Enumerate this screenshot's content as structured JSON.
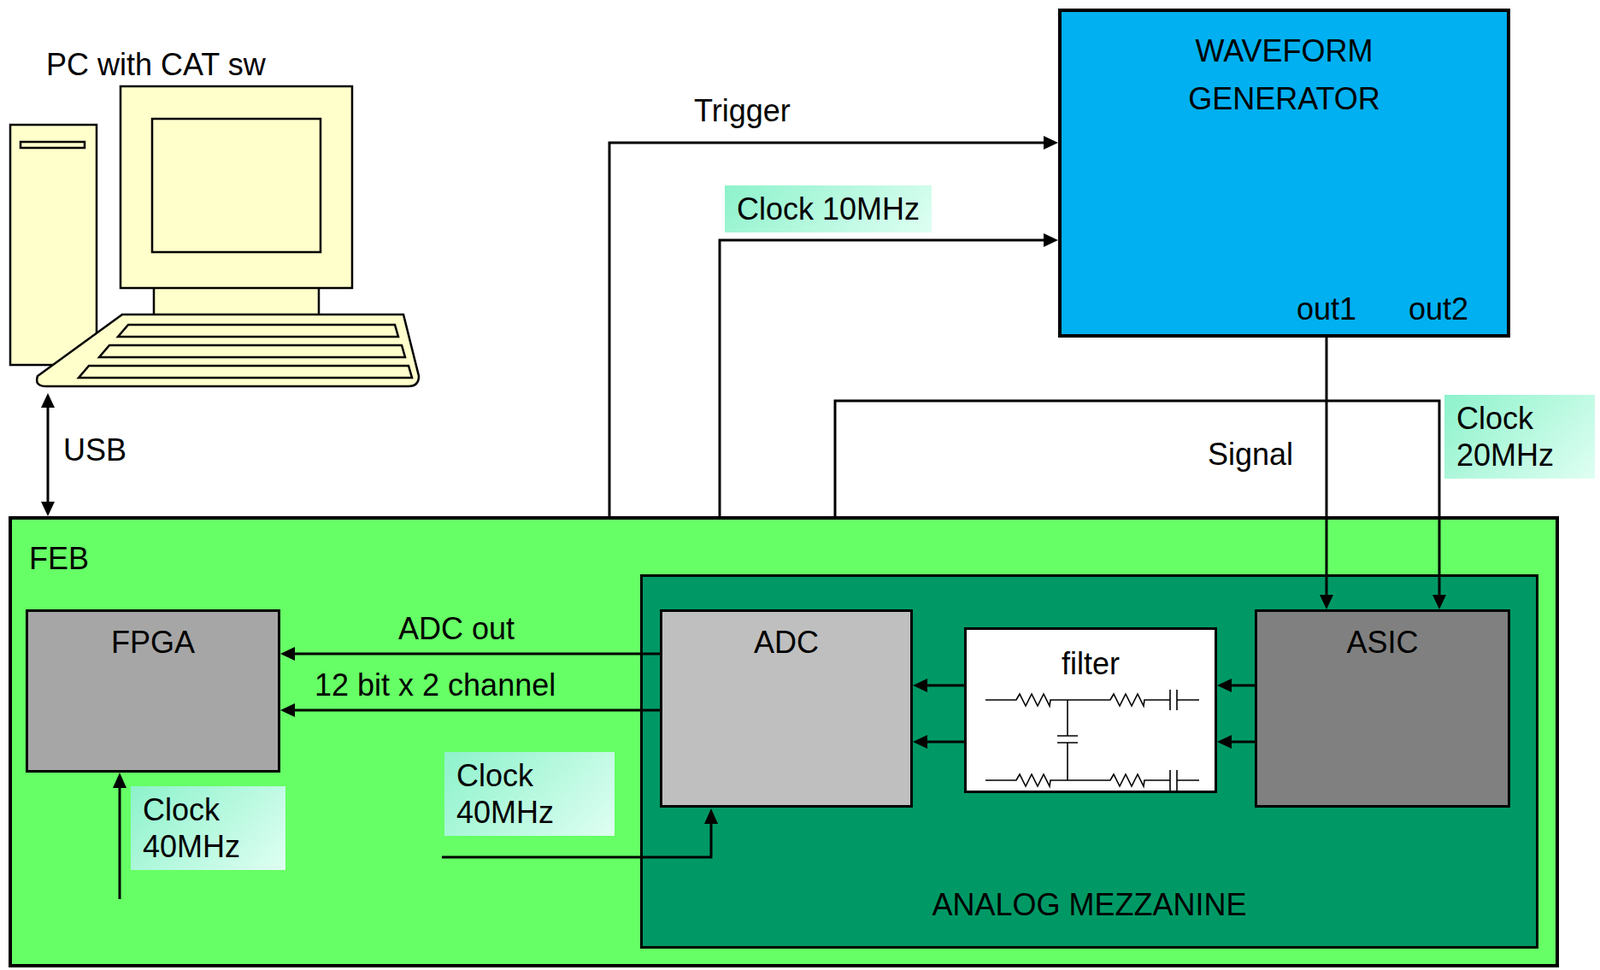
{
  "diagram": {
    "nodes": [
      {
        "text": [
          "PC with CAT sw"
        ]
      },
      {
        "text": [
          "WAVEFORM GENERATOR",
          "out1",
          "out2"
        ]
      },
      {
        "text": [
          "FEB"
        ]
      },
      {
        "text": [
          "FPGA"
        ],
        "in": 2
      },
      {
        "text": [
          "ANALOG MEZZANINE"
        ],
        "in": 2
      },
      {
        "text": [
          "ADC"
        ],
        "in": 4
      },
      {
        "text": [
          "filter"
        ],
        "in": 4
      },
      {
        "text": [
          "ASIC"
        ],
        "in": 4
      }
    ],
    "edges": [
      {
        "from": 0,
        "to": 2,
        "arrow": "both",
        "label": "USB"
      },
      {
        "from": 2,
        "to": 1,
        "arrow": "to",
        "label": "Trigger"
      },
      {
        "from": 2,
        "to": 1,
        "arrow": "to",
        "label": "Clock 10MHz"
      },
      {
        "from": 2,
        "to": 7,
        "arrow": "to",
        "label": "Clock 20MHz"
      },
      {
        "from": 1,
        "to": 7,
        "arrow": "to",
        "label": "Signal"
      },
      {
        "from": 7,
        "to": 6,
        "arrow": "to"
      },
      {
        "from": 7,
        "to": 6,
        "arrow": "to"
      },
      {
        "from": 6,
        "to": 5,
        "arrow": "to"
      },
      {
        "from": 6,
        "to": 5,
        "arrow": "to"
      },
      {
        "from": 5,
        "to": 3,
        "arrow": "to",
        "label": "ADC out"
      },
      {
        "from": 5,
        "to": 3,
        "arrow": "to",
        "label": "12 bit x 2 channel"
      }
    ],
    "labels": [
      "Clock 40MHz",
      "Clock 40MHz"
    ]
  }
}
